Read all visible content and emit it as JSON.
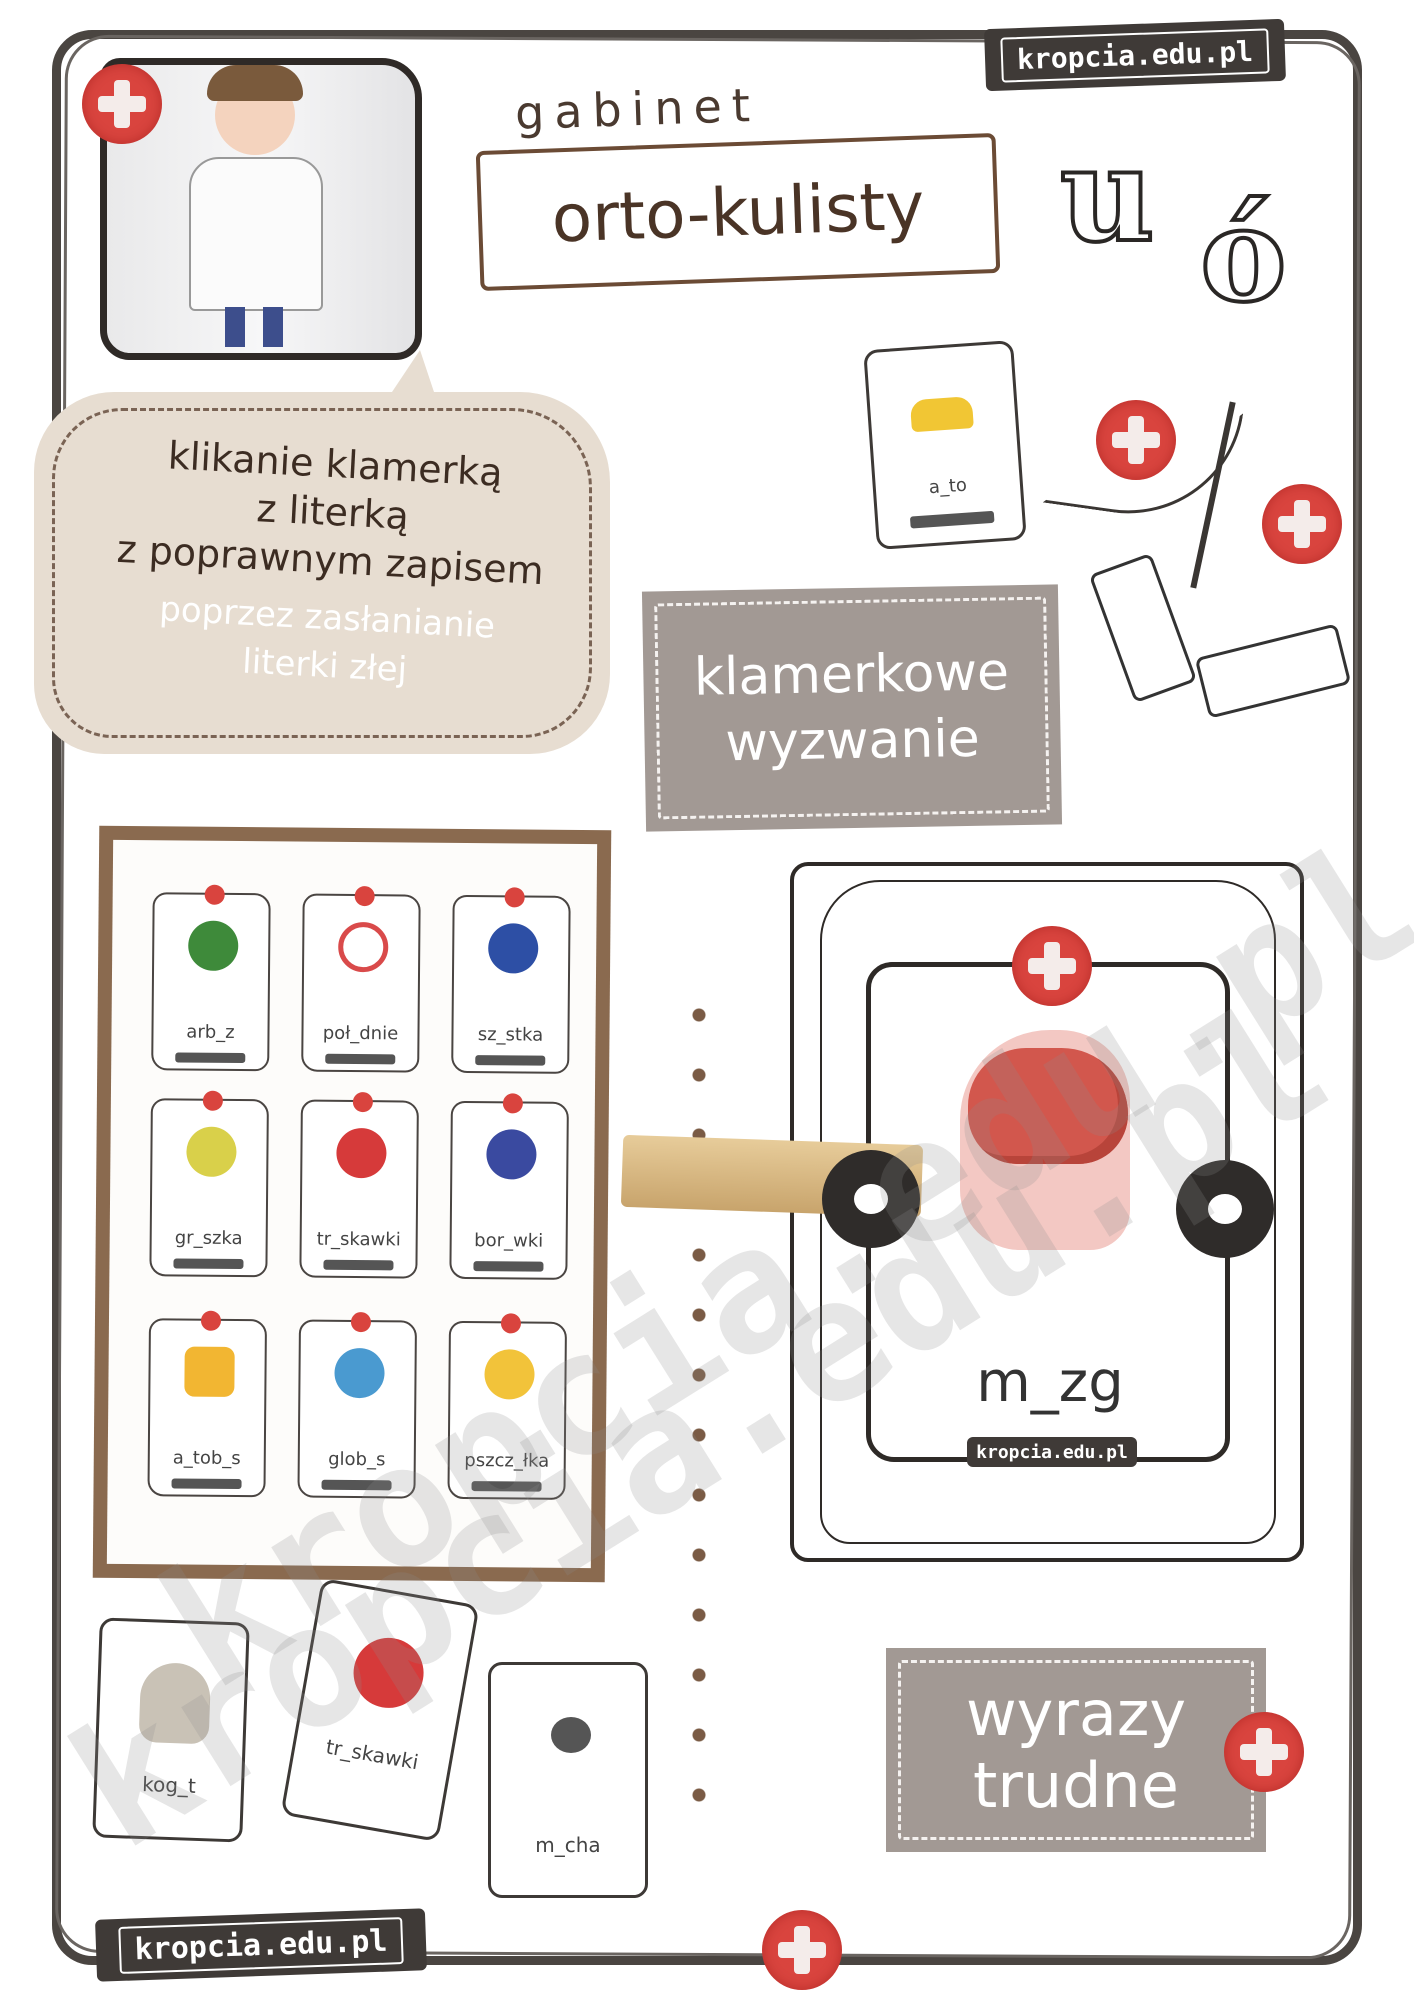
{
  "brand": {
    "logo_top": "kropcia.edu.pl",
    "logo_bottom": "kropcia.edu.pl",
    "logo_card": "kropcia.edu.pl"
  },
  "header": {
    "title_small": "gabinet",
    "title_main": "orto-kulisty"
  },
  "letters": {
    "u": "u",
    "o": "ó"
  },
  "speech": {
    "line1": "klikanie klamerką",
    "line2": "z literką",
    "line3": "z poprawnym zapisem",
    "sub1": "poprzez zasłanianie",
    "sub2": "literki złej"
  },
  "labels": {
    "challenge_line1": "klamerkowe",
    "challenge_line2": "wyzwanie",
    "hard_line1": "wyrazy",
    "hard_line2": "trudne"
  },
  "small_card": {
    "word": "a_to"
  },
  "board_cards": [
    {
      "word": "arb_z"
    },
    {
      "word": "poł_dnie"
    },
    {
      "word": "sz_stka"
    },
    {
      "word": "gr_szka"
    },
    {
      "word": "tr_skawki"
    },
    {
      "word": "bor_wki"
    },
    {
      "word": "a_tob_s"
    },
    {
      "word": "glob_s"
    },
    {
      "word": "pszcz_łka"
    }
  ],
  "loose_cards": [
    {
      "word": "kog_t"
    },
    {
      "word": "tr_skawki"
    },
    {
      "word": "m_cha"
    }
  ],
  "big_card": {
    "word": "m_zg"
  },
  "watermark": "kropcia.edu.pl",
  "colors": {
    "frame": "#4a4541",
    "cross_red": "#d9443e",
    "speech_bg": "#e7ddd1",
    "label_grey": "#a29994",
    "board_wood": "#8a6a4f",
    "gap_green": "#2aa84a"
  },
  "icons": [
    "medical-cross-icon",
    "clothespin-icon",
    "arrow-icon",
    "washer-icon"
  ]
}
